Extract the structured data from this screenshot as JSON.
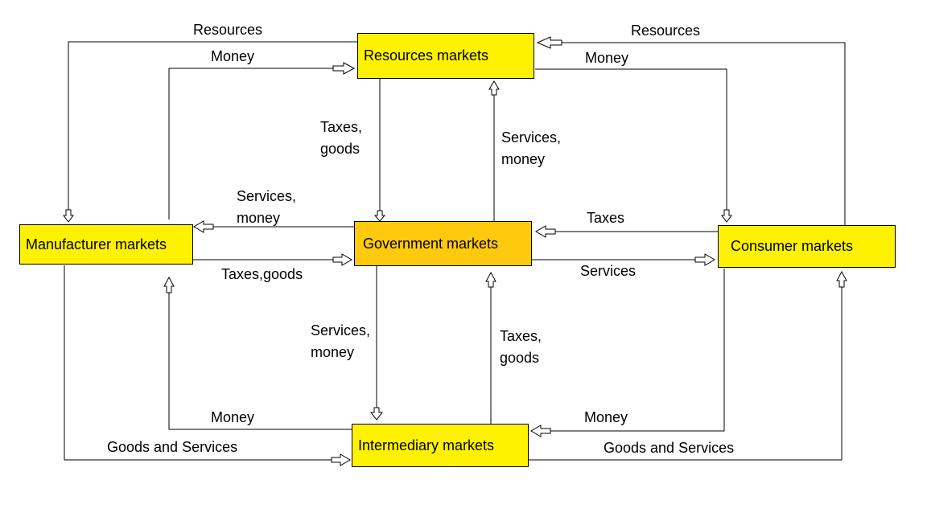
{
  "nodes": {
    "resources": {
      "label": "Resources markets",
      "color": "#fff200"
    },
    "manufacturer": {
      "label": "Manufacturer markets",
      "color": "#fff200"
    },
    "government": {
      "label": "Government markets",
      "color": "#ffc90e"
    },
    "consumer": {
      "label": "Consumer markets",
      "color": "#fff200"
    },
    "intermediary": {
      "label": "Intermediary markets",
      "color": "#fff200"
    }
  },
  "edges": {
    "resources_to_manufacturer": "Resources",
    "manufacturer_to_resources": "Money",
    "consumer_to_resources": "Resources",
    "resources_to_consumer": "Money",
    "resources_to_government": [
      "Taxes,",
      "goods"
    ],
    "government_to_resources": [
      "Services,",
      "money"
    ],
    "government_to_manufacturer": [
      "Services,",
      "money"
    ],
    "manufacturer_to_government": "Taxes,goods",
    "consumer_to_government": "Taxes",
    "government_to_consumer": "Services",
    "government_to_intermediary": [
      "Services,",
      "money"
    ],
    "intermediary_to_government": [
      "Taxes,",
      "goods"
    ],
    "intermediary_to_manufacturer": "Money",
    "manufacturer_to_intermediary": "Goods and Services",
    "consumer_to_intermediary": "Money",
    "intermediary_to_consumer": "Goods and Services"
  }
}
